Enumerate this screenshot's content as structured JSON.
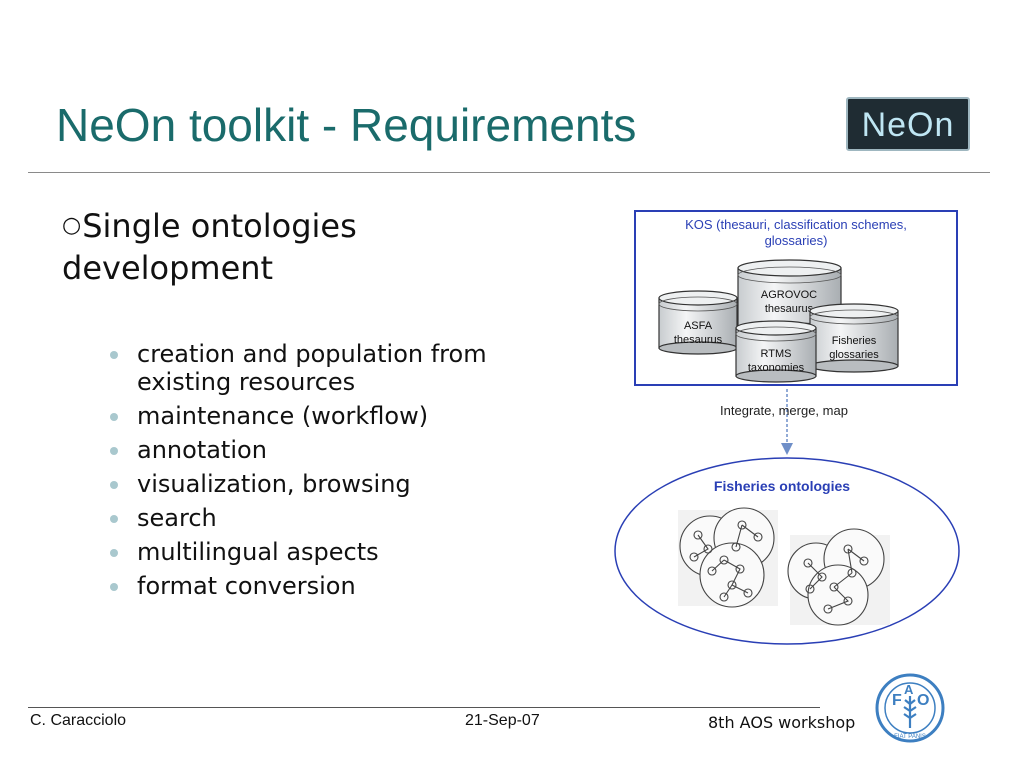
{
  "slide": {
    "title": "NeOn toolkit - Requirements",
    "logo_text": "NeOn",
    "main_bullet": "Single ontologies development",
    "sub_bullets": [
      "creation and population from existing resources",
      "maintenance (workflow)",
      "annotation",
      "visualization, browsing",
      "search",
      "multilingual aspects",
      "format conversion"
    ]
  },
  "diagram": {
    "kos_title_line1": "KOS (thesauri, classification schemes,",
    "kos_title_line2": "glossaries)",
    "db_agrovoc_1": "AGROVOC",
    "db_agrovoc_2": "thesaurus",
    "db_asfa_1": "ASFA",
    "db_asfa_2": "thesaurus",
    "db_rtms_1": "RTMS",
    "db_rtms_2": "taxonomies",
    "db_fisheries_1": "Fisheries",
    "db_fisheries_2": "glossaries",
    "arrow_label": "Integrate, merge, map",
    "ellipse_label": "Fisheries ontologies",
    "accent": "#2a3fb5"
  },
  "footer": {
    "author": "C. Caracciolo",
    "date": "21-Sep-07",
    "event": "8th AOS workshop",
    "fao_letters": [
      "F",
      "A",
      "O"
    ],
    "fao_motto": "FIAT PANIS"
  },
  "colors": {
    "title": "#1a6b6b",
    "bullet_dot": "#a9c8ce"
  }
}
